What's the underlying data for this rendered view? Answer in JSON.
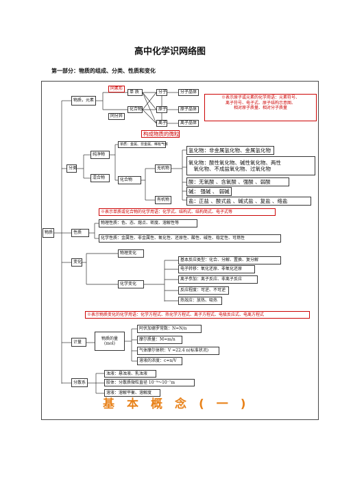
{
  "title": "高中化学识网络图",
  "subtitle": "第一部分：物质的组成、分类、性质和变化",
  "root": "物质",
  "composition": {
    "wuzhi_yuansu": "物质，元素",
    "tongsuxing": "同素形",
    "feizhi": "单 质",
    "huahewu": "化合物",
    "tongfenyi": "同分异",
    "fenzi": "分子",
    "yuanzi": "原子",
    "lizi": "离子",
    "fenzi_jingti": "分子晶体",
    "yuanzi_jingti": "原子晶体",
    "lizi_jingti": "离子晶体",
    "note_lines": [
      "※表示原子或元素的化学用语：元素符号、",
      "离子符号、电子式、原子结构示意图、",
      "相对原子质量、相对分子质量"
    ],
    "note_structure": "构成物质的微粒"
  },
  "classification": {
    "fenlei": "分类",
    "chunjingwu": "纯净物",
    "hunhewu": "混合物",
    "danzhi": "单质：金属、非金属、稀有气体",
    "huahewu": "化合物",
    "wujiwu": "无机物",
    "youjiwu": "有机物",
    "items": [
      "氢化物：非金属氢化物、金属氢化物",
      "氧化物：酸性氧化物、碱性氧化物、两性",
      "　氧化物、不成盐氧化物、过氧化物",
      "酸：无氧酸 、含氧酸 、强酸 、弱酸",
      "碱： 强碱 、 弱碱",
      "盐：正盐 、酸式盐 、碱式盐 、复盐 、络盐"
    ],
    "note": "※表示单质或化合物的化学用语：化学式、结构式、结构简式、电子式等"
  },
  "properties": {
    "xingzhi": "性质",
    "physical": "物理性质：色、态、熔点、密度、溶解性等",
    "chemical": "化学性质：金属性、非金属性、氧化性、还原性、酸性、碱性、稳定性、可燃性"
  },
  "changes": {
    "bianhua": "变化",
    "physical": "物理变化",
    "chemical": "化学变化",
    "items": [
      "基本反应类型：化合、分解、置换、复分解",
      "电子转移：氧化还原、非氧化还原",
      "离子参加：离子反应、非离子反应",
      "反应程度：可逆、不可逆",
      "热效应：放热、吸热"
    ],
    "note": "※表示物质变化的化学用语：化学方程式、热化学方程式、离子方程式、电极反应式、电离方程式"
  },
  "measurement": {
    "jiliang": "计量",
    "amount": "物质的量",
    "unit": "(mol)",
    "items": [
      "阿伏加德罗常数：N=N/n",
      "摩尔质量：M=m/n",
      "气体摩尔体积：V =22.4 n(标准状况)",
      "溶液的浓度：c=n/V"
    ]
  },
  "dispersion": {
    "fensanxi": "分散系",
    "items": [
      "浊液：悬浊液、乳浊液",
      "胶体：分散质微粒直径 10⁻⁹～10⁻⁷m",
      "溶液：溶解平衡、溶解度"
    ]
  },
  "banner": "基本概念(一)",
  "colors": {
    "note": "#cc0000",
    "banner": "#e8821a"
  }
}
